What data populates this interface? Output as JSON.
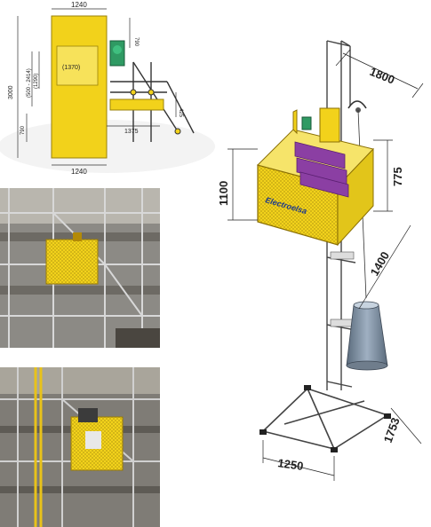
{
  "plan_view": {
    "dim_top_width": "1240",
    "dim_bottom_width": "1240",
    "dim_total_height": "3000",
    "dim_side_790_top": "790",
    "dim_side_790_bottom": "790",
    "dim_inner_box": "(1370)",
    "dim_gap_1": "(500 - 2414)",
    "dim_gap_2": "(1290)",
    "dim_425": "425",
    "dim_1375": "1375"
  },
  "iso_view": {
    "dim_depth": "1800",
    "dim_height_left": "1100",
    "dim_height_right": "775",
    "dim_mast": "1400",
    "dim_base_width": "1250",
    "dim_base_depth": "1753",
    "brand_text": "Electroelsa"
  },
  "colors": {
    "yellow": "#f2d21b",
    "yellow_dark": "#c9a90c",
    "purple": "#8b3fa3",
    "steel": "#6f7d8c",
    "green_motor": "#2f9a63"
  }
}
